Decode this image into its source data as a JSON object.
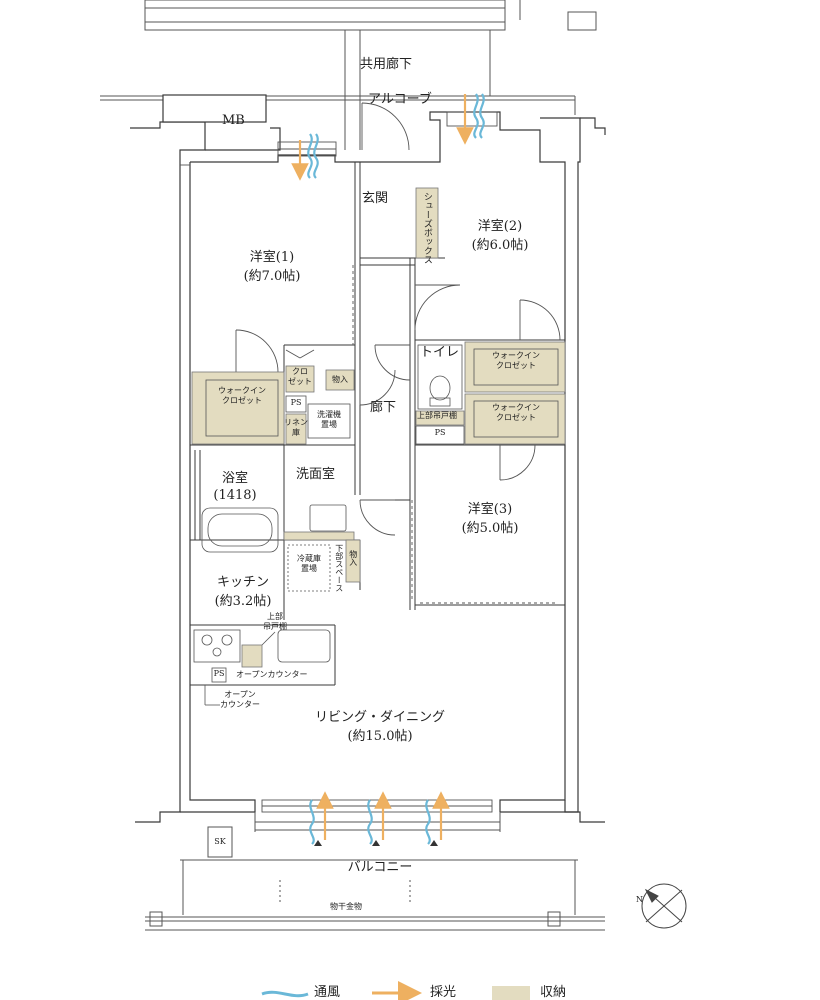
{
  "plan": {
    "corridor": "共用廊下",
    "alcove": "アルコーブ",
    "mb": "MB",
    "genkan": "玄関",
    "shoes_box": "シューズボックス",
    "room1_name": "洋室(1)",
    "room1_size": "(約7.0帖)",
    "room2_name": "洋室(2)",
    "room2_size": "(約6.0帖)",
    "room3_name": "洋室(3)",
    "room3_size": "(約5.0帖)",
    "toilet": "トイレ",
    "toilet_cabinet": "上部吊戸棚",
    "wic_left_line1": "ウォークイン",
    "wic_left_line2": "クロゼット",
    "wic_right1_line1": "ウォークイン",
    "wic_right1_line2": "クロゼット",
    "wic_right2_line1": "ウォークイン",
    "wic_right2_line2": "クロゼット",
    "closet_line1": "クロ",
    "closet_line2": "ゼット",
    "storage1": "物入",
    "storage2": "物入",
    "ps1": "PS",
    "ps2": "PS",
    "ps3": "PS",
    "linen_line1": "リネン",
    "linen_line2": "庫",
    "washer_line1": "洗濯機",
    "washer_line2": "置場",
    "hallway": "廊下",
    "washroom": "洗面室",
    "bath_name": "浴室",
    "bath_size": "(1418)",
    "fridge_line1": "冷蔵庫",
    "fridge_line2": "置場",
    "lower_space": "下部スペース",
    "kitchen_name": "キッチン",
    "kitchen_size": "(約3.2帖)",
    "upper_cabinet_line1": "上部",
    "upper_cabinet_line2": "吊戸棚",
    "open_counter1": "オープンカウンター",
    "open_counter2_line1": "オープン",
    "open_counter2_line2": "カウンター",
    "living_name": "リビング・ダイニング",
    "living_size": "(約15.0帖)",
    "sk": "SK",
    "balcony": "バルコニー",
    "laundry_hardware": "物干金物",
    "north": "N"
  },
  "legend": {
    "ventilation": "通風",
    "daylight": "採光",
    "storage": "収納"
  },
  "colors": {
    "storage_fill": "#e3dcc0",
    "wind_blue": "#6ab8d8",
    "light_orange": "#eeb060",
    "wall": "#3a3a3a"
  }
}
